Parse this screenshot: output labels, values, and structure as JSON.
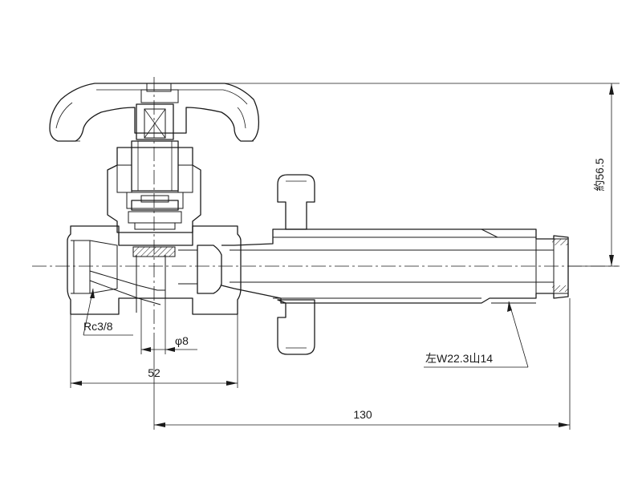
{
  "dimensions": {
    "height_label": "約56.5",
    "thread_label": "Rc3/8",
    "pipe_diameter_label": "φ8",
    "width_label": "52",
    "total_length_label": "130",
    "hose_thread_label": "左W22.3山14"
  }
}
